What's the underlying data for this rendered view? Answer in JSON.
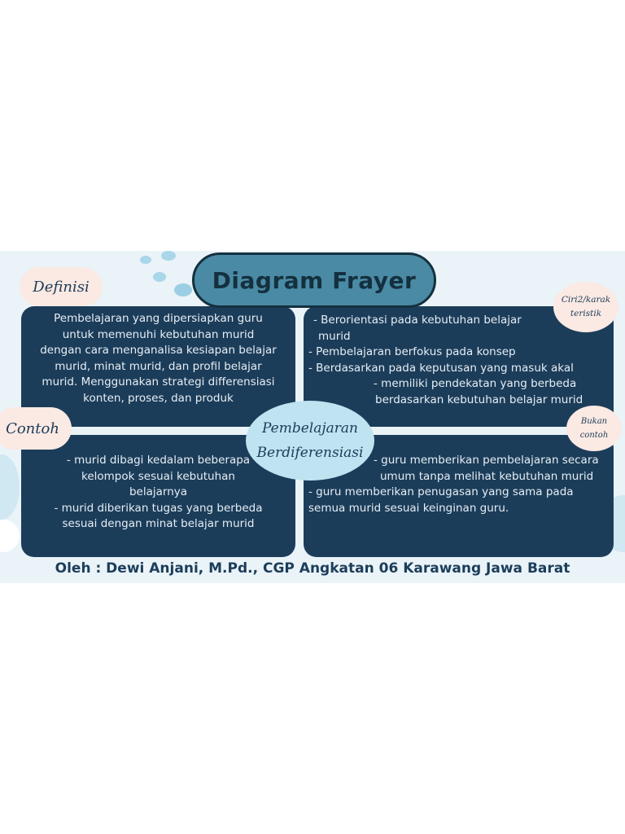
{
  "title": "Diagram Frayer",
  "center": {
    "line1": "Pembelajaran",
    "line2": "Berdiferensiasi"
  },
  "labels": {
    "definisi": "Definisi",
    "ciri_line1": "Ciri2/karak",
    "ciri_line2": "teristik",
    "contoh": "Contoh",
    "bukan_line1": "Bukan",
    "bukan_line2": "contoh"
  },
  "definisi": {
    "lines": [
      "Pembelajaran yang dipersiapkan guru",
      "untuk memenuhi kebutuhan murid",
      "dengan cara menganalisa kesiapan belajar",
      "murid, minat murid, dan profil belajar",
      "murid. Menggunakan strategi differensiasi",
      "konten, proses, dan produk"
    ]
  },
  "ciri": {
    "items": [
      {
        "line1": "- Berorientasi pada kebutuhan belajar",
        "line2": "murid"
      },
      {
        "line1": "- Pembelajaran berfokus pada konsep"
      },
      {
        "line1": "- Berdasarkan pada keputusan yang masuk akal"
      },
      {
        "line1": "- memiliki pendekatan yang berbeda",
        "line2": "berdasarkan kebutuhan belajar murid"
      }
    ]
  },
  "contoh": {
    "items": [
      {
        "line1": "- murid dibagi kedalam beberapa",
        "line2": "kelompok sesuai kebutuhan",
        "line3": "belajarnya"
      },
      {
        "line1": "- murid diberikan tugas yang berbeda",
        "line2": "sesuai dengan minat belajar murid"
      }
    ]
  },
  "bukan_contoh": {
    "items": [
      {
        "line1": "- guru memberikan pembelajaran secara",
        "line2": "umum tanpa melihat kebutuhan murid"
      },
      {
        "line1": "- guru memberikan penugasan yang sama pada",
        "line2": "semua murid sesuai keinginan guru."
      }
    ]
  },
  "footer": "Oleh : Dewi Anjani, M.Pd., CGP Angkatan 06 Karawang Jawa Barat",
  "colors": {
    "panel": "#1c3d5a",
    "background": "#eaf3f8",
    "title_pill": "#4a8aa5",
    "label_bg": "#fbe9e3",
    "center_bg": "#bfe3f0"
  }
}
